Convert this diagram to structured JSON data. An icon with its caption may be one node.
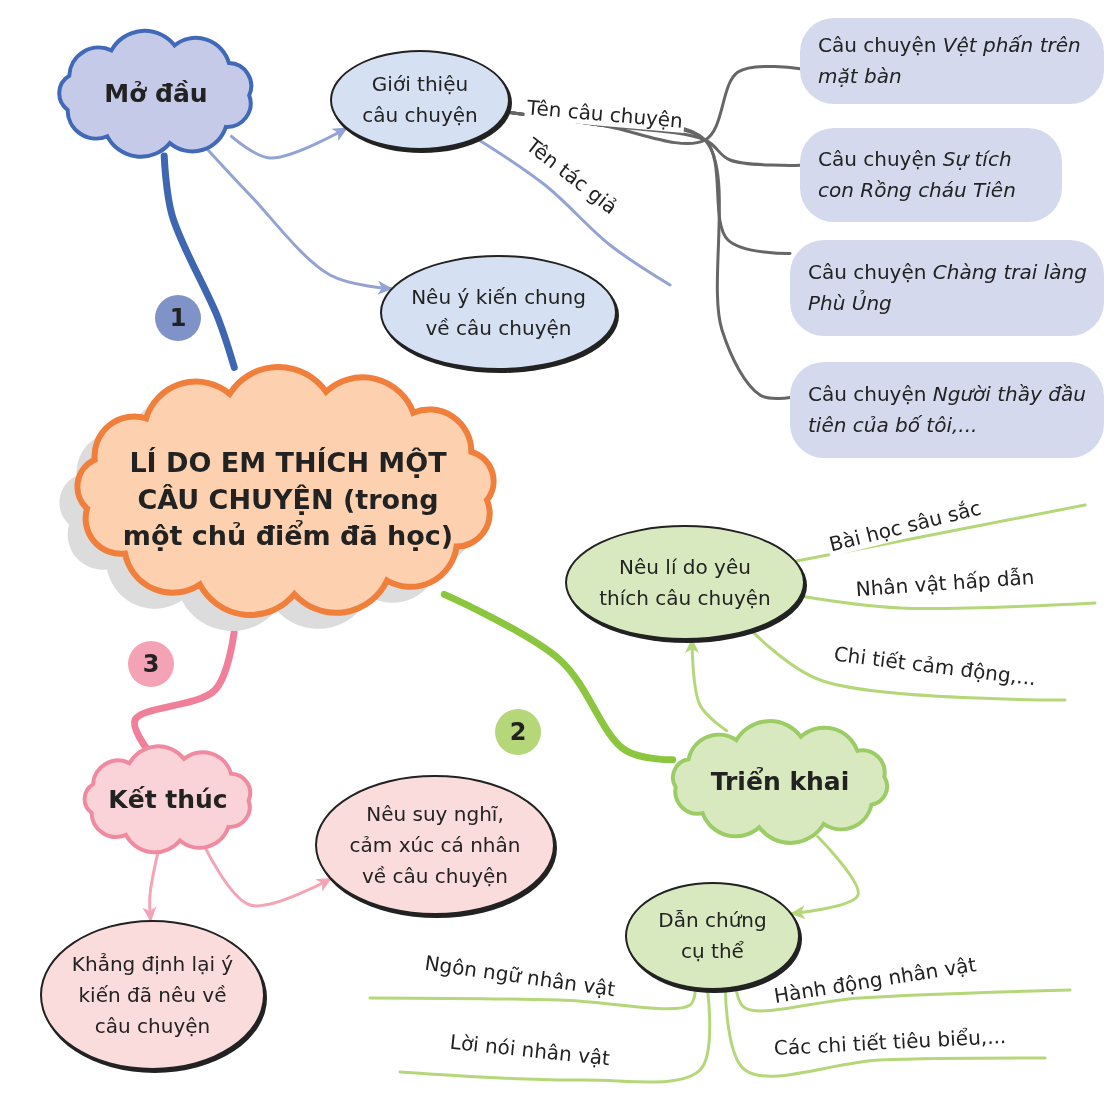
{
  "diagram": {
    "nodes": [
      {
        "text": [
          "LÍ DO EM THÍCH MỘT CÂU CHUYỆN (trong một chủ điểm đã học)"
        ]
      },
      {
        "text": [
          "1"
        ]
      },
      {
        "text": [
          "Mở đầu"
        ]
      },
      {
        "text": [
          "Giới thiệu câu chuyện"
        ]
      },
      {
        "text": [
          "Nêu ý kiến chung về câu chuyện"
        ]
      },
      {
        "text": [
          "Câu chuyện *Vệt phấn trên mặt bàn*"
        ]
      },
      {
        "text": [
          "Câu chuyện *Sự tích con Rồng cháu Tiên*"
        ]
      },
      {
        "text": [
          "Câu chuyện *Chàng trai làng Phù Ủng*"
        ]
      },
      {
        "text": [
          "Câu chuyện *Người thầy đầu tiên của bố tôi,...*"
        ]
      },
      {
        "text": [
          "2"
        ]
      },
      {
        "text": [
          "Triển khai"
        ]
      },
      {
        "text": [
          "Nêu lí do yêu thích câu chuyện"
        ]
      },
      {
        "text": [
          "Dẫn chứng cụ thể"
        ]
      },
      {
        "text": [
          "3"
        ]
      },
      {
        "text": [
          "Kết thúc"
        ]
      },
      {
        "text": [
          "Nêu suy nghĩ, cảm xúc cá nhân về câu chuyện"
        ]
      },
      {
        "text": [
          "Khẳng định lại ý kiến đã nêu về câu chuyện"
        ]
      }
    ],
    "edges": [
      {
        "from": 2,
        "to": 0,
        "arrow": "none",
        "style": "thick",
        "color": "#3f67b1"
      },
      {
        "from": 2,
        "to": 3,
        "arrow": "to",
        "color": "#94a3d4"
      },
      {
        "from": 2,
        "to": 4,
        "arrow": "to",
        "color": "#94a3d4"
      },
      {
        "from": 3,
        "to": 5,
        "arrow": "none",
        "label": "Tên câu chuyện",
        "color": "#666666"
      },
      {
        "from": 3,
        "to": 6,
        "arrow": "none",
        "color": "#666666"
      },
      {
        "from": 3,
        "to": 7,
        "arrow": "none",
        "color": "#666666"
      },
      {
        "from": 3,
        "to": 8,
        "arrow": "none",
        "color": "#666666"
      },
      {
        "from": 3,
        "to": null,
        "arrow": "none",
        "label": "Tên tác giả",
        "color": "#94a3d4"
      },
      {
        "from": 0,
        "to": 10,
        "arrow": "none",
        "style": "thick",
        "color": "#8cc63f"
      },
      {
        "from": 10,
        "to": 11,
        "arrow": "to",
        "color": "#b5d77a"
      },
      {
        "from": 10,
        "to": 12,
        "arrow": "to",
        "color": "#b5d77a"
      },
      {
        "from": 11,
        "to": null,
        "arrow": "none",
        "label": "Bài học sâu sắc",
        "color": "#b5d77a"
      },
      {
        "from": 11,
        "to": null,
        "arrow": "none",
        "label": "Nhân vật hấp dẫn",
        "color": "#b5d77a"
      },
      {
        "from": 11,
        "to": null,
        "arrow": "none",
        "label": "Chi tiết cảm động,...",
        "color": "#b5d77a"
      },
      {
        "from": 12,
        "to": null,
        "arrow": "none",
        "label": "Ngôn ngữ nhân vật",
        "color": "#b5d77a"
      },
      {
        "from": 12,
        "to": null,
        "arrow": "none",
        "label": "Lời nói nhân vật",
        "color": "#b5d77a"
      },
      {
        "from": 12,
        "to": null,
        "arrow": "none",
        "label": "Hành động nhân vật",
        "color": "#b5d77a"
      },
      {
        "from": 12,
        "to": null,
        "arrow": "none",
        "label": "Các chi tiết tiêu biểu,...",
        "color": "#b5d77a"
      },
      {
        "from": 0,
        "to": 14,
        "arrow": "none",
        "style": "thick",
        "color": "#f07f9a"
      },
      {
        "from": 14,
        "to": 15,
        "arrow": "to",
        "color": "#f5a3b6"
      },
      {
        "from": 14,
        "to": 16,
        "arrow": "to",
        "color": "#f5a3b6"
      }
    ]
  }
}
